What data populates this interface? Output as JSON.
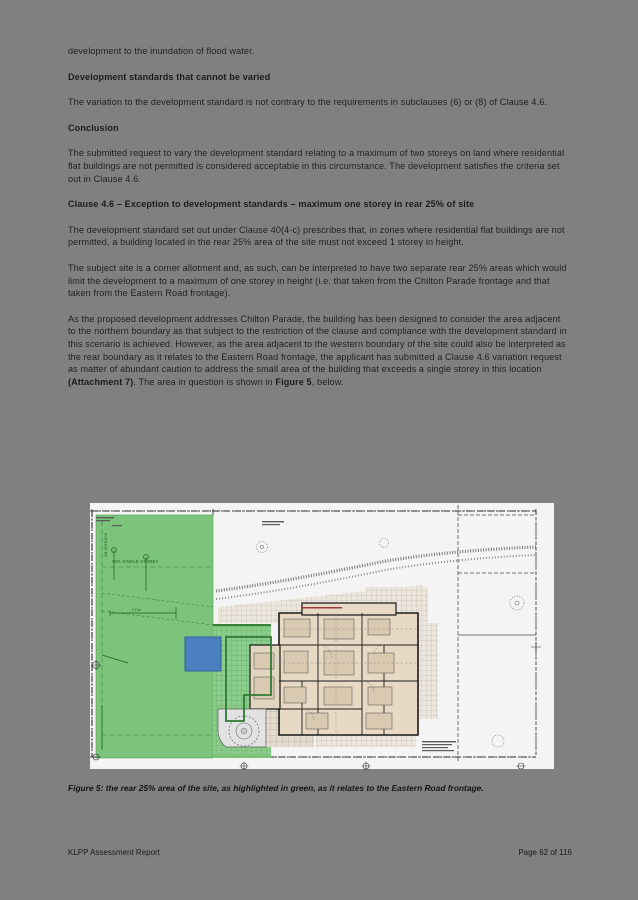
{
  "document": {
    "paragraphs": [
      {
        "id": "p-flood",
        "style": "normal",
        "text": "development to the inundation of flood water."
      },
      {
        "id": "h-standards-cannot-be-varied",
        "style": "heading",
        "text": "Development standards that cannot be varied"
      },
      {
        "id": "p-subclauses",
        "style": "normal",
        "text": "The variation to the development standard is not contrary to the requirements in subclauses (6) or (8) of Clause 4.6."
      },
      {
        "id": "h-conclusion",
        "style": "heading",
        "text": "Conclusion"
      },
      {
        "id": "p-conclusion-body",
        "style": "normal",
        "text": "The submitted request to vary the development standard relating to a maximum of two storeys on land where residential flat buildings are not permitted is considered acceptable in this circumstance. The development satisfies the criteria set out in Clause 4.6."
      },
      {
        "id": "h-clause-46-exception",
        "style": "heading",
        "text": "Clause 4.6 – Exception to development standards – maximum one storey in rear 25% of site"
      },
      {
        "id": "p-standard-40-4c",
        "style": "normal",
        "text": "The development standard set out under Clause 40(4-c) prescribes that, in zones where residential flat buildings are not permitted, a building located in the rear 25% area of the site must not exceed 1 storey in height."
      },
      {
        "id": "p-corner-allotment",
        "style": "normal",
        "text": "The subject site is a corner allotment and, as such, can be interpreted to have two separate rear 25% areas which would limit the development to a maximum of one storey in height (i.e. that taken from the Chilton Parade frontage and that taken from the Eastern Road frontage)."
      }
    ],
    "final_paragraph": {
      "id": "p-addresses-chilton",
      "segment_1": "As the proposed development addresses Chilton Parade, the building has been designed to consider the area adjacent to the northern boundary as that subject to the restriction of the clause and compliance with the development standard in this scenario is achieved. However, as the area adjacent to the western boundary of the site could also be interpreted as the rear boundary as it relates to the Eastern Road frontage, the applicant has submitted a Clause 4.6 variation request as matter of abundant caution to address the small area of the building that exceeds a single storey in this location ",
      "attachment_ref": "(Attachment 7)",
      "segment_2": ". The area in question is shown in ",
      "figure_ref": "Figure 5",
      "segment_3": ", below."
    }
  },
  "figure": {
    "caption": "Figure 5: the rear 25% area of the site, as highlighted in green, as it relates to the Eastern Road frontage.",
    "annotations": {
      "rear_area_label": "25% SINGLE STOREY",
      "setback_label": "1M SETBACK",
      "dimension_label": "9.17m"
    },
    "colors": {
      "rear_area_green": "#7cc47c",
      "rear_area_green_dark": "#2f7a34",
      "highlight_blue": "#4a7fc0",
      "highlight_blue_border": "#2f5f9e",
      "room_fill_beige": "#e7d9c4",
      "paper_white": "#f2f2f2",
      "line_black": "#1a1a1a",
      "page_background": "#808080"
    }
  },
  "footer": {
    "left": "KLPP Assessment Report",
    "right": "Page 62 of 116"
  }
}
